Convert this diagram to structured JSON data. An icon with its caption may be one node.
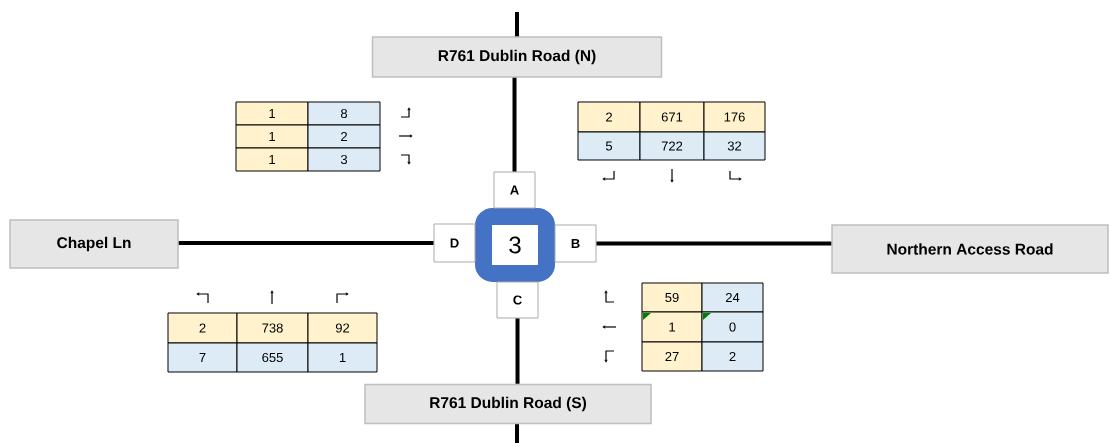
{
  "diagram": {
    "nodes": [
      {
        "text": [
          "R761 Dublin Road (N)"
        ]
      },
      {
        "text": [
          "Chapel Ln"
        ]
      },
      {
        "text": [
          "Northern Access Road"
        ]
      },
      {
        "text": [
          "3"
        ]
      },
      {
        "text": [
          "A"
        ]
      },
      {
        "text": [
          "B"
        ]
      },
      {
        "text": [
          "C"
        ]
      },
      {
        "text": [
          "D"
        ]
      },
      {
        "text": [
          "R761 Dublin Road (S)"
        ]
      }
    ],
    "edges": [
      {
        "from": 4,
        "to": 0,
        "arrow": "none"
      },
      {
        "from": 7,
        "to": 1,
        "arrow": "none"
      },
      {
        "from": 5,
        "to": 2,
        "arrow": "none"
      },
      {
        "from": 6,
        "to": 8,
        "arrow": "none"
      }
    ],
    "labels": [
      "1",
      "8",
      "1",
      "2",
      "1",
      "3",
      "2",
      "671",
      "176",
      "5",
      "722",
      "32",
      "2",
      "738",
      "92",
      "7",
      "655",
      "1",
      "59",
      "24",
      "1",
      "0",
      "27",
      "2"
    ]
  }
}
